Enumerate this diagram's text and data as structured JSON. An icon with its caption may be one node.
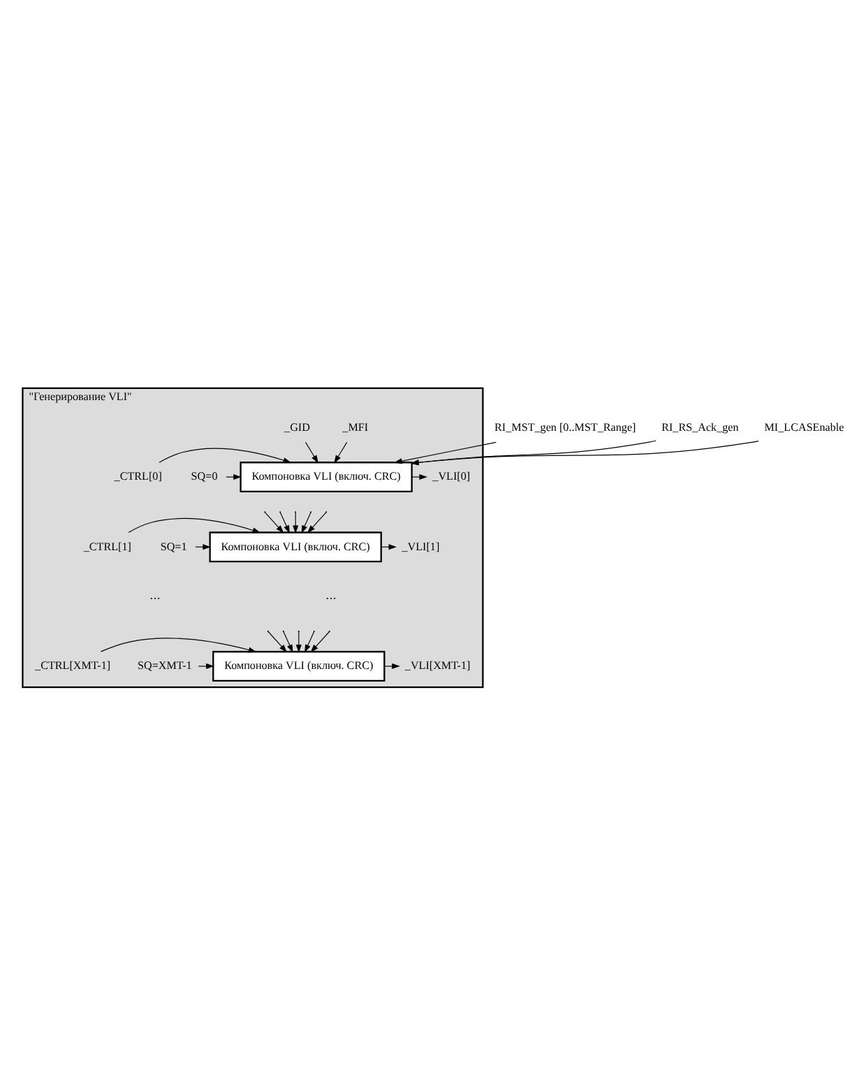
{
  "diagram": {
    "nodes": [
      {
        "text": [
          "\"Генерирование VLI\""
        ]
      },
      {
        "text": [
          "RI_MST_gen [0..MST_Range]"
        ]
      },
      {
        "text": [
          "RI_RS_Ack_gen"
        ]
      },
      {
        "text": [
          "MI_LCASEnable"
        ]
      },
      {
        "text": [
          "_MFI"
        ],
        "in": 0
      },
      {
        "text": [
          "_GID"
        ],
        "in": 0
      },
      {
        "text": [
          "SQ=0"
        ],
        "in": 0
      },
      {
        "text": [
          "_CTRL[0]"
        ],
        "in": 0
      },
      {
        "text": [
          "Компоновка VLI (включ. CRC)"
        ],
        "in": 0
      },
      {
        "text": [
          "_VLI[0]"
        ],
        "in": 0
      },
      {
        "text": [
          "SQ=1"
        ],
        "in": 0
      },
      {
        "text": [
          "_CTRL[1]"
        ],
        "in": 0
      },
      {
        "text": [
          "Компоновка VLI (включ. CRC)"
        ],
        "in": 0
      },
      {
        "text": [
          "_VLI[1]"
        ],
        "in": 0
      },
      {
        "text": [
          "SQ=XMT-1"
        ],
        "in": 0
      },
      {
        "text": [
          "_CTRL[XMT-1]"
        ],
        "in": 0
      },
      {
        "text": [
          "Компоновка VLI (включ. CRC)"
        ],
        "in": 0
      },
      {
        "text": [
          "_VLI[XMT-1]"
        ],
        "in": 0
      }
    ],
    "edges": [
      {
        "from": 4,
        "to": 8,
        "arrow": "to"
      },
      {
        "from": 5,
        "to": 8,
        "arrow": "to"
      },
      {
        "from": 1,
        "to": 8,
        "arrow": "to"
      },
      {
        "from": 2,
        "to": 8,
        "arrow": "to"
      },
      {
        "from": 3,
        "to": 8,
        "arrow": "to"
      },
      {
        "from": 6,
        "to": 8,
        "arrow": "to"
      },
      {
        "from": 7,
        "to": 8,
        "arrow": "to"
      },
      {
        "from": 8,
        "to": 9,
        "arrow": "to"
      },
      {
        "from": null,
        "to": 12,
        "arrow": "to"
      },
      {
        "from": null,
        "to": 12,
        "arrow": "to"
      },
      {
        "from": null,
        "to": 12,
        "arrow": "to"
      },
      {
        "from": null,
        "to": 12,
        "arrow": "to"
      },
      {
        "from": null,
        "to": 12,
        "arrow": "to"
      },
      {
        "from": 10,
        "to": 12,
        "arrow": "to"
      },
      {
        "from": 11,
        "to": 12,
        "arrow": "to"
      },
      {
        "from": 12,
        "to": 13,
        "arrow": "to"
      },
      {
        "from": null,
        "to": 16,
        "arrow": "to"
      },
      {
        "from": null,
        "to": 16,
        "arrow": "to"
      },
      {
        "from": null,
        "to": 16,
        "arrow": "to"
      },
      {
        "from": null,
        "to": 16,
        "arrow": "to"
      },
      {
        "from": null,
        "to": 16,
        "arrow": "to"
      },
      {
        "from": 14,
        "to": 16,
        "arrow": "to"
      },
      {
        "from": 15,
        "to": 16,
        "arrow": "to"
      },
      {
        "from": 16,
        "to": 17,
        "arrow": "to"
      }
    ],
    "labels": [
      "...",
      "..."
    ]
  }
}
